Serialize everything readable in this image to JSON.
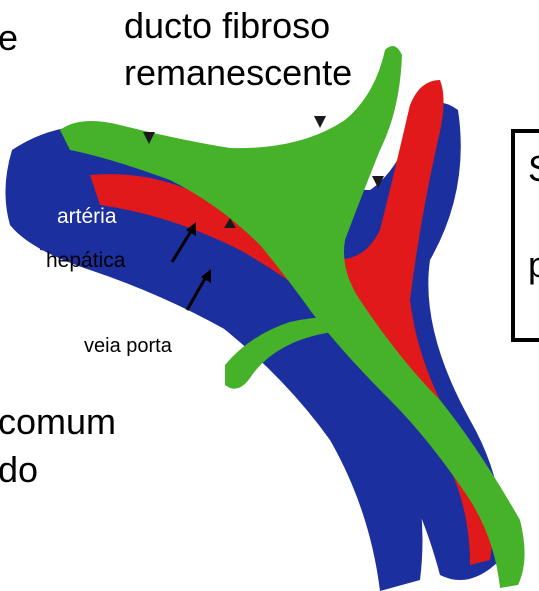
{
  "colors": {
    "vein": "#1c2f9e",
    "artery": "#e2191a",
    "duct": "#46b22a",
    "shadow": "#2a3a2a",
    "text": "#000000"
  },
  "labels": {
    "remnant_line1": "ducto fibroso",
    "remnant_line2": "remanescente",
    "artery_line1": "artéria",
    "artery_line2": "hepática",
    "portal_vein": "veia porta",
    "left_fragment": "e",
    "common_fragment": "comum",
    "do_fragment": "do",
    "box_fragment_1": "S",
    "box_fragment_2": "p"
  }
}
